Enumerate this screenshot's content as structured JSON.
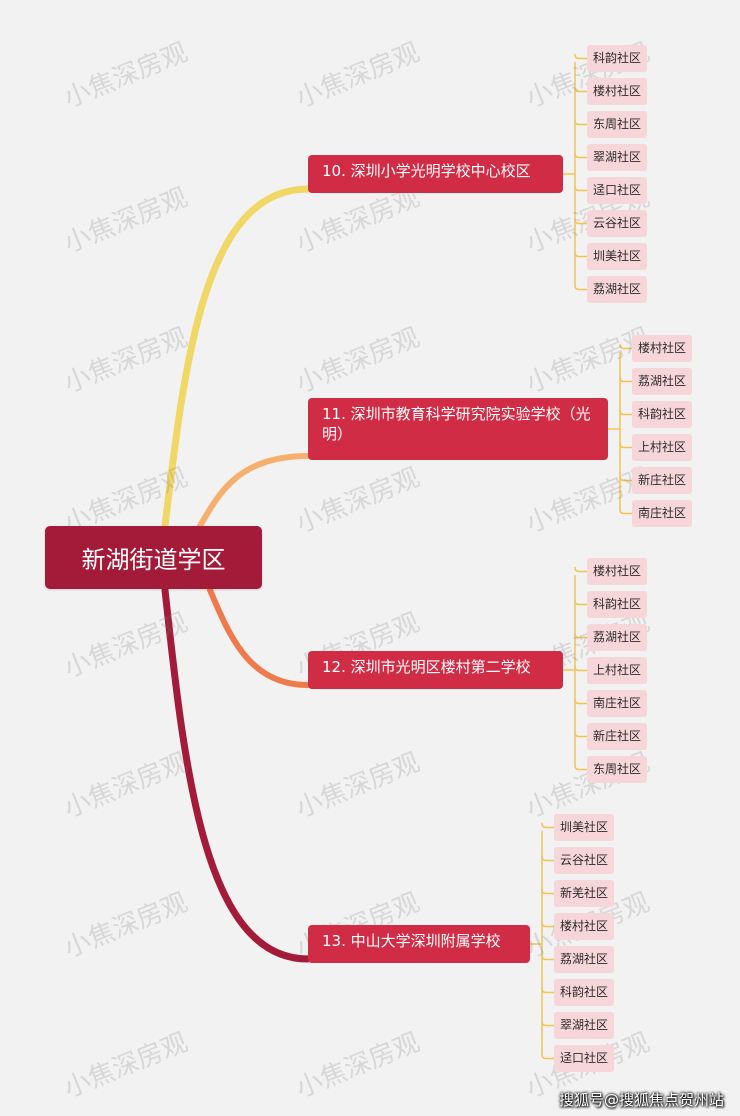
{
  "root": {
    "title": "新湖街道学区"
  },
  "schools": [
    {
      "label": "10. 深圳小学光明学校中心校区",
      "communities": [
        "科韵社区",
        "楼村社区",
        "东周社区",
        "翠湖社区",
        "迳口社区",
        "云谷社区",
        "圳美社区",
        "荔湖社区"
      ]
    },
    {
      "label": "11. 深圳市教育科学研究院实验学校（光明）",
      "communities": [
        "楼村社区",
        "荔湖社区",
        "科韵社区",
        "上村社区",
        "新庄社区",
        "南庄社区"
      ]
    },
    {
      "label": "12. 深圳市光明区楼村第二学校",
      "communities": [
        "楼村社区",
        "科韵社区",
        "荔湖社区",
        "上村社区",
        "南庄社区",
        "新庄社区",
        "东周社区"
      ]
    },
    {
      "label": "13. 中山大学深圳附属学校",
      "communities": [
        "圳美社区",
        "云谷社区",
        "新羌社区",
        "楼村社区",
        "荔湖社区",
        "科韵社区",
        "翠湖社区",
        "迳口社区"
      ]
    }
  ],
  "watermark": "小焦深房观",
  "credit": "搜狐号@搜狐焦点贺州站",
  "colors": {
    "root_bg": "#a31b38",
    "school_bg": "#d12c46",
    "chip_bg": "#f6d6d8",
    "branch": [
      "#f1d766",
      "#f6b06e",
      "#ef7a4c",
      "#a31b38"
    ],
    "leaf_line": "#f2c44d"
  }
}
